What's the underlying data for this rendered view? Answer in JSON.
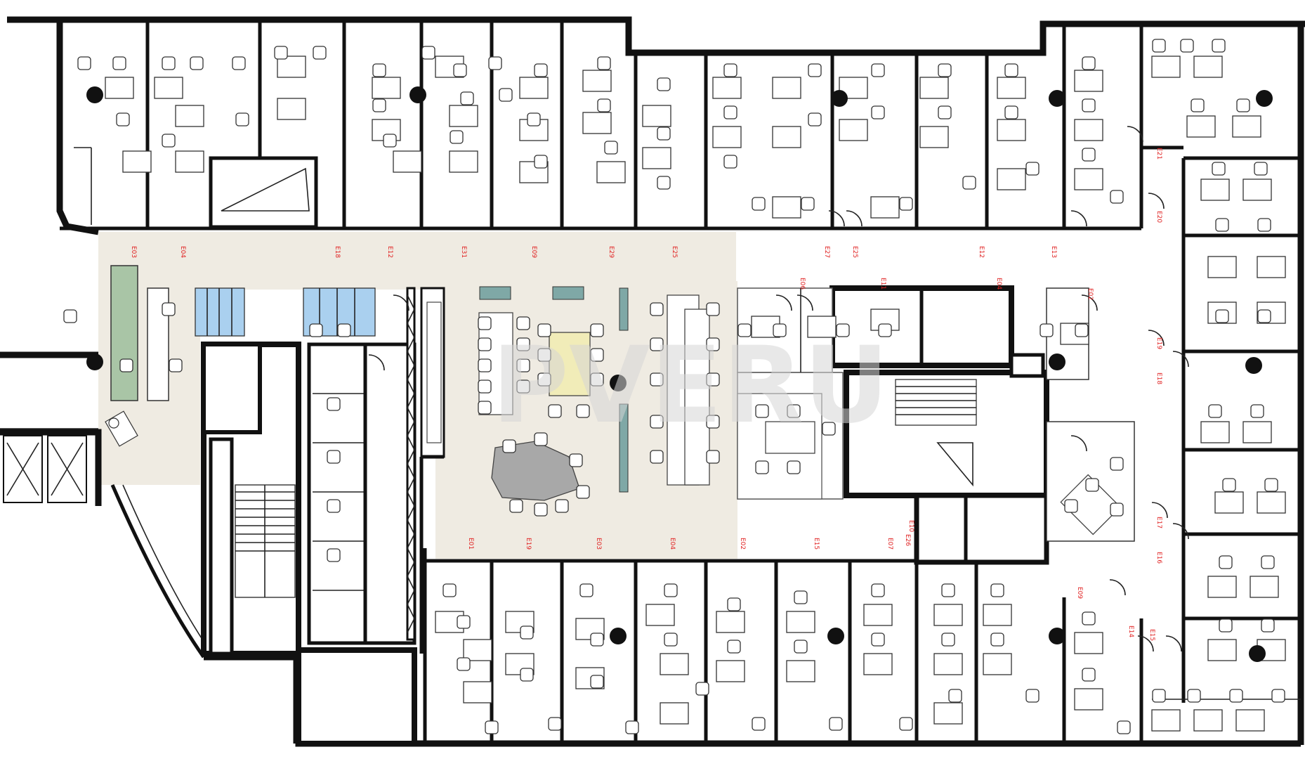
{
  "watermark": "PVERU",
  "room_labels": [
    "E03",
    "E04",
    "E18",
    "E12",
    "E31",
    "E09",
    "E29",
    "E25",
    "E27",
    "E06",
    "E11",
    "E25",
    "E12",
    "E04",
    "E13",
    "E02",
    "E21",
    "E20",
    "E19",
    "E18",
    "E17",
    "E16",
    "E15",
    "E14",
    "E09",
    "E01",
    "E19",
    "E03",
    "E04",
    "E02",
    "E15",
    "E07",
    "E26",
    "E10"
  ],
  "colors": {
    "common_area": "#efebe2",
    "wall": "#111111",
    "label": "#e02020",
    "meeting_table": "#f1ecb8",
    "lounge_table": "#a8a8a8",
    "kitchen_counter": "#a9c5a6",
    "locker_blue": "#aad0ef",
    "bench_teal": "#7fa8a6"
  },
  "icons": {
    "column": "column-icon",
    "chair": "chair-icon",
    "desk": "desk-icon",
    "stair": "stair-icon",
    "elevator": "elevator-icon",
    "door": "door-swing-icon"
  }
}
